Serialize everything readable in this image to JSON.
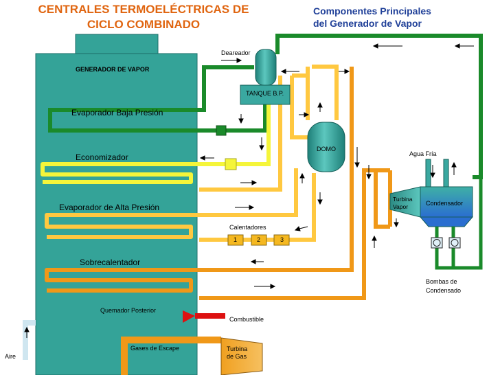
{
  "title_line1": "CENTRALES TERMOELÉCTRICAS DE",
  "title_line2": "CICLO COMBINADO",
  "subtitle_line1": "Componentes Principales",
  "subtitle_line2": "del Generador de Vapor",
  "colors": {
    "title": "#e06510",
    "subtitle": "#1f3f98",
    "green": "#1a8a2a",
    "yellow": "#f5f53a",
    "light_orange": "#ffc840",
    "orange": "#f09818",
    "tower": "#34a398",
    "vessel": "#3aa8a0",
    "red": "#dd1111"
  },
  "labels": {
    "generador": "GENERADOR DE VAPOR",
    "evap_baja": "Evaporador Baja Presión",
    "economizador": "Economizador",
    "evap_alta": "Evaporador de Alta Presión",
    "sobrecalentador": "Sobrecalentador",
    "quemador": "Quemador Posterior",
    "deareador": "Deareador",
    "tanque": "TANQUE B.P.",
    "domo": "DOMO",
    "calentadores": "Calentadores",
    "cal1": "1",
    "cal2": "2",
    "cal3": "3",
    "combustible": "Combustible",
    "gases": "Gases de Escape",
    "turbina_gas_1": "Turbina",
    "turbina_gas_2": "de Gas",
    "aire": "Aire",
    "agua_fria": "Agua Fría",
    "turbina_vapor_1": "Turbina",
    "turbina_vapor_2": "Vapor",
    "condensador": "Condensador",
    "bombas_1": "Bombas de",
    "bombas_2": "Condensado"
  }
}
